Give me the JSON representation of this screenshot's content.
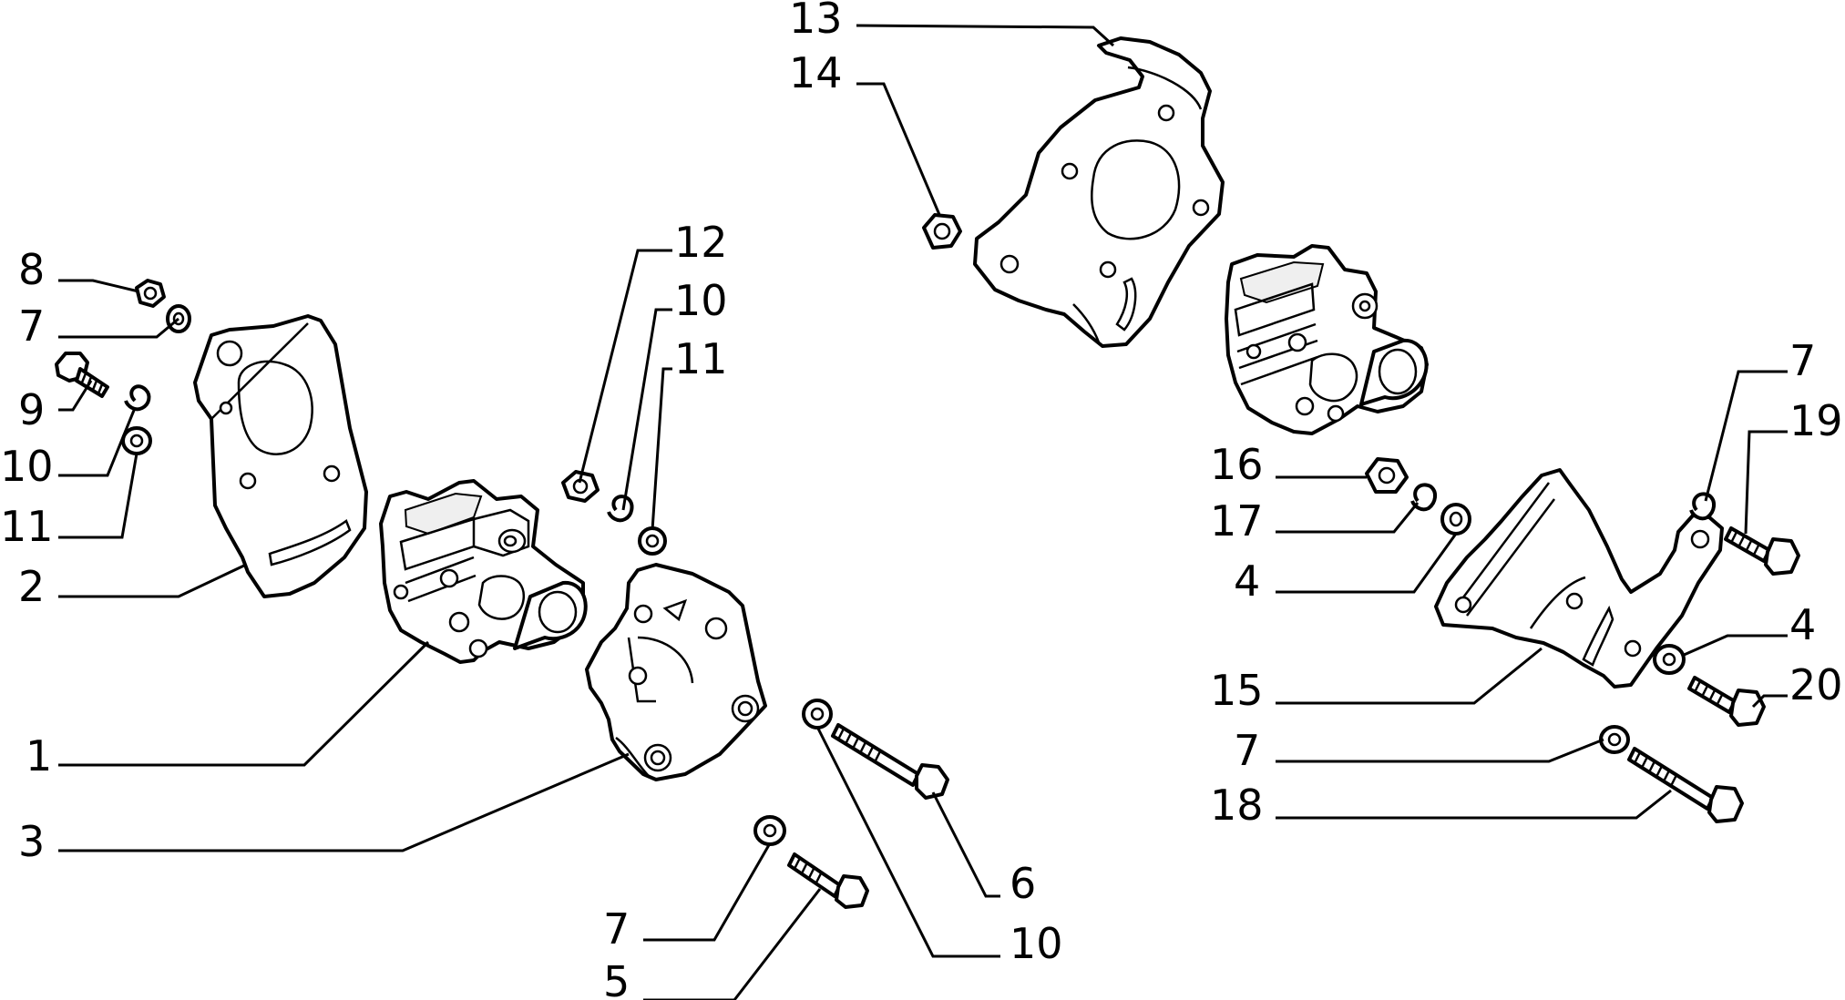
{
  "callouts": [
    {
      "id": "c8",
      "text": "8"
    },
    {
      "id": "c7a",
      "text": "7"
    },
    {
      "id": "c9",
      "text": "9"
    },
    {
      "id": "c10a",
      "text": "10"
    },
    {
      "id": "c11a",
      "text": "11"
    },
    {
      "id": "c2",
      "text": "2"
    },
    {
      "id": "c1",
      "text": "1"
    },
    {
      "id": "c3",
      "text": "3"
    },
    {
      "id": "c12",
      "text": "12"
    },
    {
      "id": "c10b",
      "text": "10"
    },
    {
      "id": "c11b",
      "text": "11"
    },
    {
      "id": "c7b",
      "text": "7"
    },
    {
      "id": "c5",
      "text": "5"
    },
    {
      "id": "c6",
      "text": "6"
    },
    {
      "id": "c10c",
      "text": "10"
    },
    {
      "id": "c13",
      "text": "13"
    },
    {
      "id": "c14",
      "text": "14"
    },
    {
      "id": "c16",
      "text": "16"
    },
    {
      "id": "c17",
      "text": "17"
    },
    {
      "id": "c4a",
      "text": "4"
    },
    {
      "id": "c15",
      "text": "15"
    },
    {
      "id": "c7c",
      "text": "7"
    },
    {
      "id": "c18",
      "text": "18"
    },
    {
      "id": "c7d",
      "text": "7"
    },
    {
      "id": "c19",
      "text": "19"
    },
    {
      "id": "c4b",
      "text": "4"
    },
    {
      "id": "c20",
      "text": "20"
    }
  ]
}
